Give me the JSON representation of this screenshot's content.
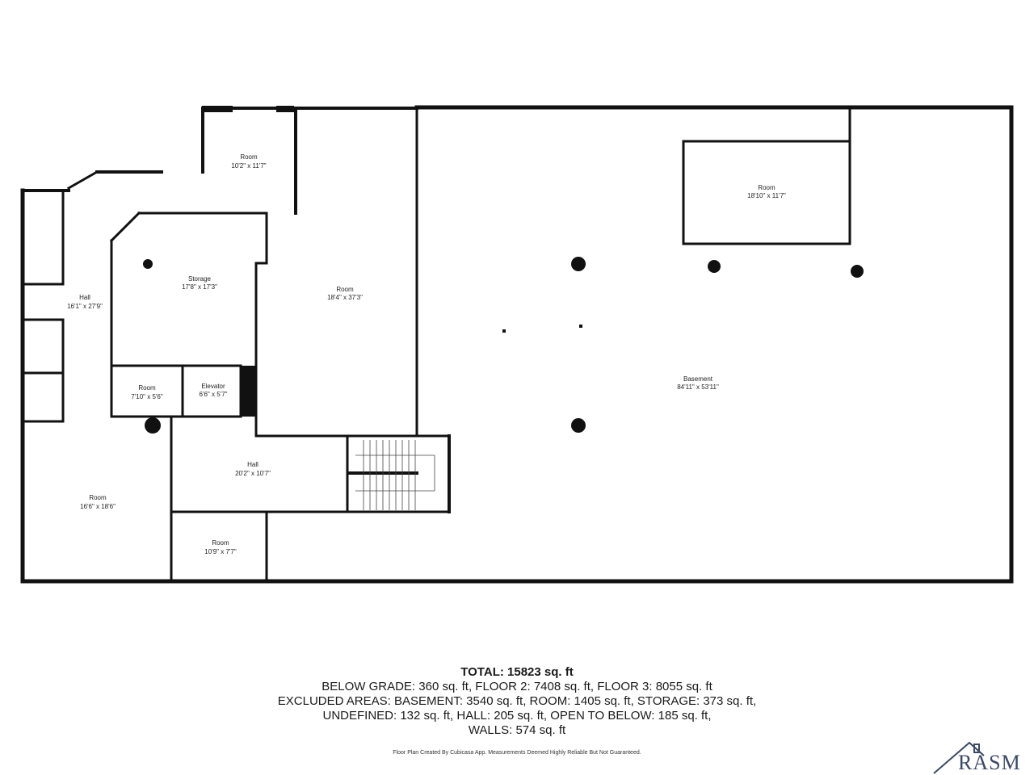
{
  "rooms": [
    {
      "id": "room-top",
      "name": "Room",
      "dims": "10'2\" x 11'7\""
    },
    {
      "id": "room-top-right",
      "name": "Room",
      "dims": "18'10\" x 11'7\""
    },
    {
      "id": "storage",
      "name": "Storage",
      "dims": "17'8\" x 17'3\""
    },
    {
      "id": "room-center",
      "name": "Room",
      "dims": "18'4\" x 37'3\""
    },
    {
      "id": "hall-left",
      "name": "Hall",
      "dims": "16'1\" x 27'9\""
    },
    {
      "id": "room-small",
      "name": "Room",
      "dims": "7'10\" x 5'6\""
    },
    {
      "id": "elevator",
      "name": "Elevator",
      "dims": "6'6\" x 5'7\""
    },
    {
      "id": "basement",
      "name": "Basement",
      "dims": "84'11\" x 53'11\""
    },
    {
      "id": "hall-bottom",
      "name": "Hall",
      "dims": "20'2\" x 10'7\""
    },
    {
      "id": "room-bottom-left",
      "name": "Room",
      "dims": "16'6\" x 18'6\""
    },
    {
      "id": "room-bottom",
      "name": "Room",
      "dims": "10'9\" x 7'7\""
    }
  ],
  "summary": {
    "total": "TOTAL: 15823 sq. ft",
    "lines": [
      "BELOW GRADE: 360 sq. ft, FLOOR 2: 7408 sq. ft, FLOOR 3: 8055 sq. ft",
      "EXCLUDED AREAS: BASEMENT: 3540 sq. ft, ROOM: 1405 sq. ft, STORAGE: 373 sq. ft,",
      "UNDEFINED: 132 sq. ft, HALL: 205 sq. ft, OPEN TO BELOW: 185 sq. ft,",
      "WALLS: 574 sq. ft"
    ]
  },
  "disclaimer": "Floor Plan Created By Cubicasa App. Measurements Deemed Highly Reliable But Not Guaranteed.",
  "logo": {
    "text": "RASM",
    "color": "#3a4a66"
  },
  "colors": {
    "wall": "#111111",
    "background": "#ffffff"
  }
}
